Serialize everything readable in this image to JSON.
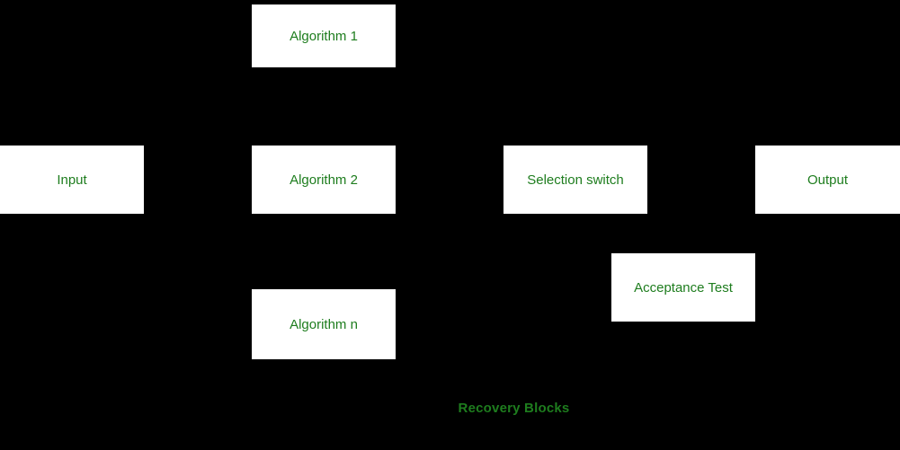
{
  "diagram": {
    "title": "Recovery Blocks",
    "colors": {
      "background": "#000000",
      "box_background": "#ffffff",
      "text": "#1e7d1e"
    },
    "nodes": [
      {
        "id": "algorithm-1",
        "label": "Algorithm 1"
      },
      {
        "id": "input",
        "label": "Input"
      },
      {
        "id": "algorithm-2",
        "label": "Algorithm 2"
      },
      {
        "id": "selection-switch",
        "label": "Selection switch"
      },
      {
        "id": "output",
        "label": "Output"
      },
      {
        "id": "acceptance-test",
        "label": "Acceptance Test"
      },
      {
        "id": "algorithm-n",
        "label": "Algorithm n"
      }
    ]
  }
}
